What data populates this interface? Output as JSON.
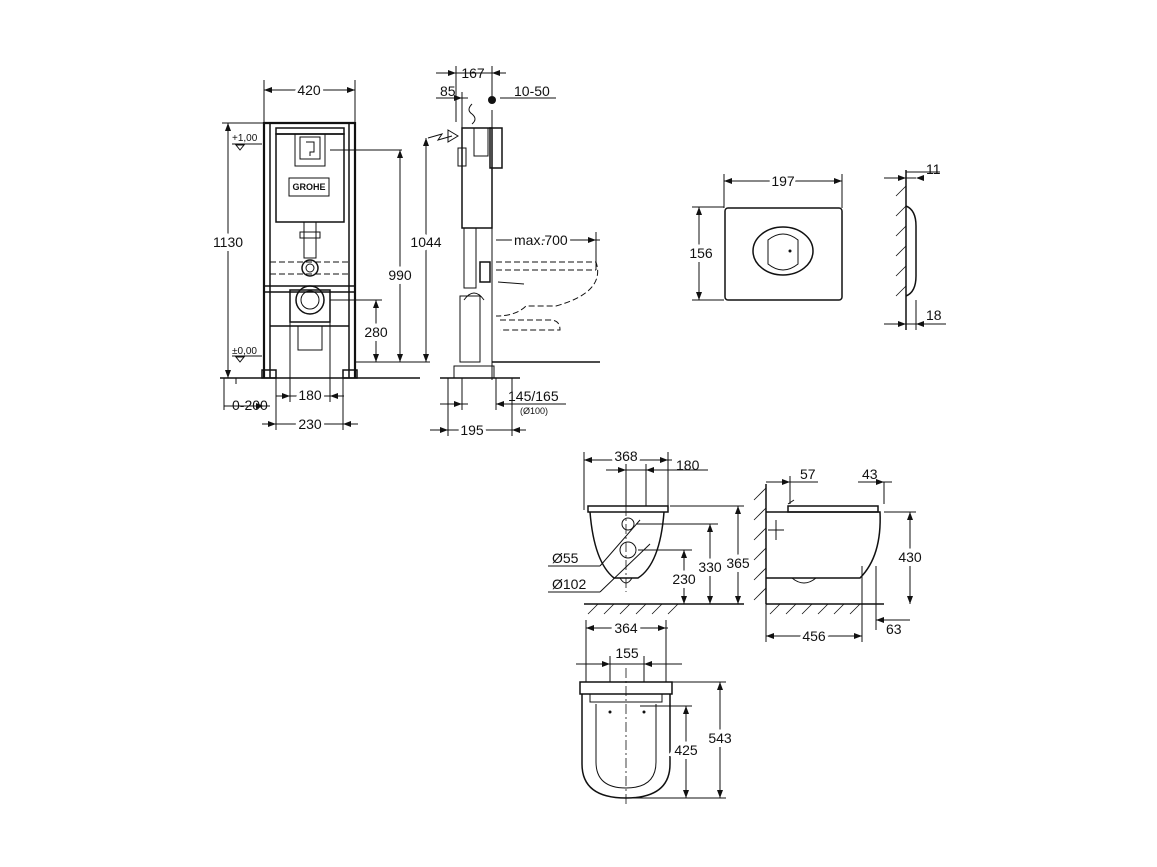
{
  "frame_front": {
    "width": "420",
    "height": "1130",
    "level_top": "+1,00",
    "level_floor": "±0,00",
    "logo": "GROHE",
    "dim_990": "990",
    "dim_1044": "1044",
    "dim_280": "280",
    "adj": "0-200",
    "dim_180": "180",
    "dim_230": "230"
  },
  "frame_side": {
    "dim_167": "167",
    "dim_85": "85",
    "dim_1050": "10-50",
    "max": "max.700",
    "drain": "145/165",
    "drain_sub": "(Ø100)",
    "dim_195": "195"
  },
  "plate": {
    "width": "197",
    "height": "156",
    "dim_11": "11",
    "dim_18": "18"
  },
  "bowl_front": {
    "dim_368": "368",
    "dim_180": "180",
    "d55": "Ø55",
    "d102": "Ø102",
    "dim_230": "230",
    "dim_330": "330",
    "dim_365": "365"
  },
  "bowl_side": {
    "dim_57": "57",
    "dim_43": "43",
    "dim_430": "430",
    "dim_456": "456",
    "dim_63": "63"
  },
  "bowl_top": {
    "dim_364": "364",
    "dim_155": "155",
    "dim_425": "425",
    "dim_543": "543"
  }
}
